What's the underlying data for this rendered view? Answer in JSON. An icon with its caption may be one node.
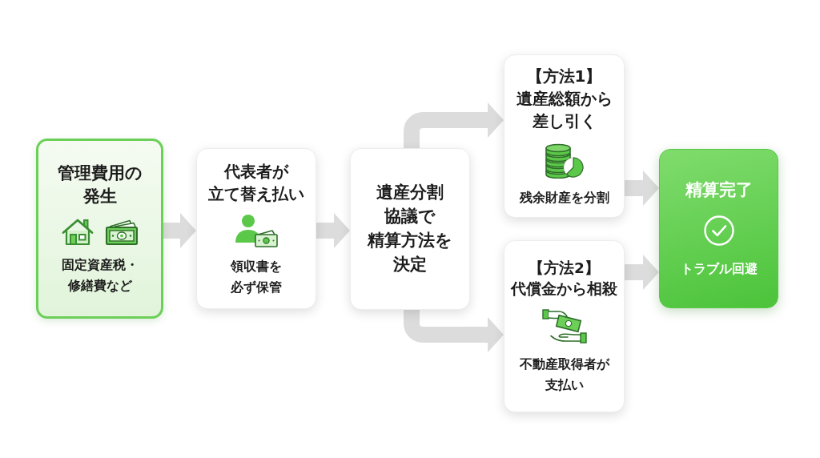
{
  "diagram": {
    "nodes": [
      {
        "text": [
          "管理費用の発生",
          "固定資産税・修繕費など"
        ]
      },
      {
        "text": [
          "代表者が立て替え払い",
          "領収書を必ず保管"
        ]
      },
      {
        "text": [
          "遺産分割協議で精算方法を決定"
        ]
      },
      {
        "text": [
          "【方法1】遺産総額から差し引く",
          "残余財産を分割"
        ]
      },
      {
        "text": [
          "【方法2】代償金から相殺",
          "不動産取得者が支払い"
        ]
      },
      {
        "text": [
          "精算完了",
          "トラブル回避"
        ]
      }
    ],
    "edges": [
      {
        "from": 0,
        "to": 1,
        "arrow": "to"
      },
      {
        "from": 1,
        "to": 2,
        "arrow": "to"
      },
      {
        "from": 2,
        "to": 3,
        "arrow": "to"
      },
      {
        "from": 2,
        "to": 4,
        "arrow": "to"
      },
      {
        "from": 3,
        "to": 5,
        "arrow": "to"
      },
      {
        "from": 4,
        "to": 5,
        "arrow": "to"
      }
    ]
  }
}
